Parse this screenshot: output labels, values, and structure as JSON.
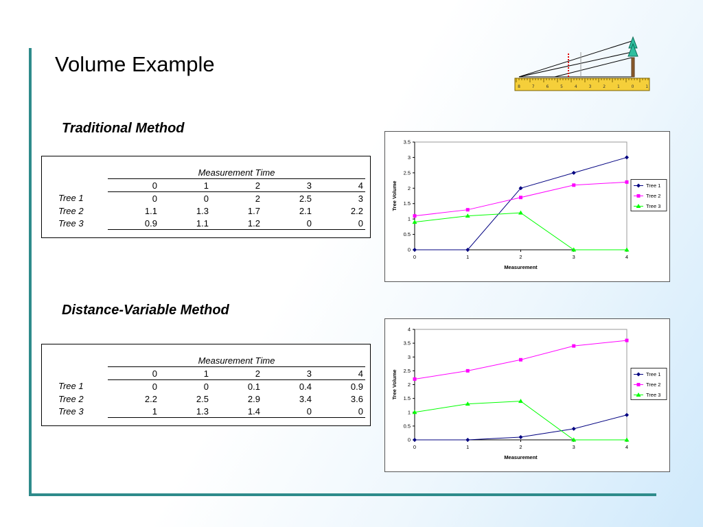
{
  "slide": {
    "title": "Volume Example"
  },
  "sections": [
    {
      "heading": "Traditional Method",
      "table": {
        "header_label": "Measurement Time",
        "columns": [
          "0",
          "1",
          "2",
          "3",
          "4"
        ],
        "rows": [
          {
            "label": "Tree 1",
            "values": [
              "0",
              "0",
              "2",
              "2.5",
              "3"
            ]
          },
          {
            "label": "Tree 2",
            "values": [
              "1.1",
              "1.3",
              "1.7",
              "2.1",
              "2.2"
            ]
          },
          {
            "label": "Tree 3",
            "values": [
              "0.9",
              "1.1",
              "1.2",
              "0",
              "0"
            ]
          }
        ]
      }
    },
    {
      "heading": "Distance-Variable Method",
      "table": {
        "header_label": "Measurement Time",
        "columns": [
          "0",
          "1",
          "2",
          "3",
          "4"
        ],
        "rows": [
          {
            "label": "Tree 1",
            "values": [
              "0",
              "0",
              "0.1",
              "0.4",
              "0.9"
            ]
          },
          {
            "label": "Tree 2",
            "values": [
              "2.2",
              "2.5",
              "2.9",
              "3.4",
              "3.6"
            ]
          },
          {
            "label": "Tree 3",
            "values": [
              "1",
              "1.3",
              "1.4",
              "0",
              "0"
            ]
          }
        ]
      }
    }
  ],
  "ruler": {
    "tick_labels": [
      "8",
      "7",
      "6",
      "5",
      "4",
      "3",
      "2",
      "1",
      "0",
      "1"
    ]
  },
  "chart_data": [
    {
      "type": "line",
      "xlabel": "Measurement",
      "ylabel": "Tree Volume",
      "x": [
        0,
        1,
        2,
        3,
        4
      ],
      "ylim": [
        0,
        3.5
      ],
      "yticks": [
        "0",
        "0.5",
        "1",
        "1.5",
        "2",
        "2.5",
        "3",
        "3.5"
      ],
      "xticks": [
        "0",
        "1",
        "2",
        "3",
        "4"
      ],
      "legend": "right",
      "series": [
        {
          "name": "Tree 1",
          "color": "#000080",
          "marker": "diamond",
          "values": [
            0,
            0,
            2,
            2.5,
            3
          ]
        },
        {
          "name": "Tree 2",
          "color": "#ff00ff",
          "marker": "square",
          "values": [
            1.1,
            1.3,
            1.7,
            2.1,
            2.2
          ]
        },
        {
          "name": "Tree 3",
          "color": "#00ff00",
          "marker": "triangle",
          "values": [
            0.9,
            1.1,
            1.2,
            0,
            0
          ]
        }
      ]
    },
    {
      "type": "line",
      "xlabel": "Measurement",
      "ylabel": "Tree Volume",
      "x": [
        0,
        1,
        2,
        3,
        4
      ],
      "ylim": [
        0,
        4
      ],
      "yticks": [
        "0",
        "0.5",
        "1",
        "1.5",
        "2",
        "2.5",
        "3",
        "3.5",
        "4"
      ],
      "xticks": [
        "0",
        "1",
        "2",
        "3",
        "4"
      ],
      "legend": "right",
      "series": [
        {
          "name": "Tree 1",
          "color": "#000080",
          "marker": "diamond",
          "values": [
            0,
            0,
            0.1,
            0.4,
            0.9
          ]
        },
        {
          "name": "Tree 2",
          "color": "#ff00ff",
          "marker": "square",
          "values": [
            2.2,
            2.5,
            2.9,
            3.4,
            3.6
          ]
        },
        {
          "name": "Tree 3",
          "color": "#00ff00",
          "marker": "triangle",
          "values": [
            1,
            1.3,
            1.4,
            0,
            0
          ]
        }
      ]
    }
  ]
}
